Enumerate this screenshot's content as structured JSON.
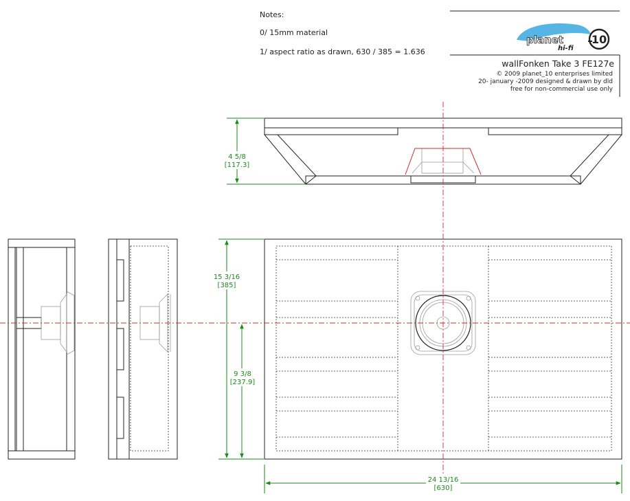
{
  "notes": {
    "heading": "Notes:",
    "line1": "0/ 15mm material",
    "line2": "1/ aspect ratio as drawn, 630 / 385 = 1.636"
  },
  "logo": {
    "word1": "planet",
    "word2": "10",
    "word3": "hi-fi",
    "accent": "#3aa8e0"
  },
  "title_block": {
    "title": "wallFonken Take 3 FE127e",
    "line1": "© 2009 planet_10 enterprises limited",
    "line2": "20- january -2009 designed & drawn by dld",
    "line3": "free for non-commercial use only"
  },
  "dimensions": {
    "depth_in": "4 5/8",
    "depth_mm": "[117.3]",
    "height_in": "15 3/16",
    "height_mm": "[385]",
    "center_in": "9 3/8",
    "center_mm": "[237.9]",
    "width_in": "24 13/16",
    "width_mm": "[630]"
  },
  "colors": {
    "dimension": "#1a8a1a",
    "centerline": "#d42a2a",
    "line": "#222222"
  }
}
